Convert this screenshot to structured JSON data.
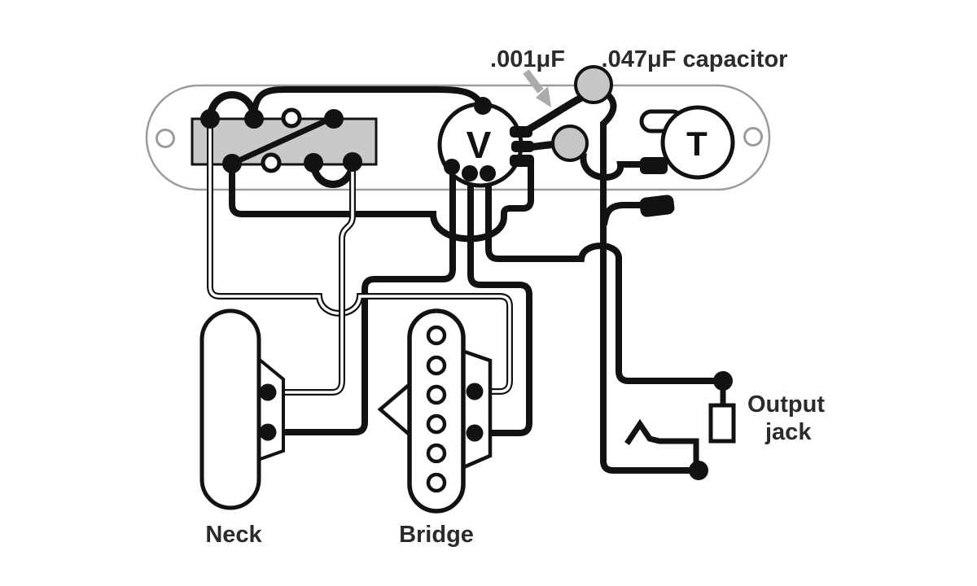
{
  "labels": {
    "cap_small": ".001μF",
    "cap_large": ".047μF capacitor",
    "volume": "V",
    "tone": "T",
    "neck": "Neck",
    "bridge": "Bridge",
    "output_line1": "Output",
    "output_line2": "jack"
  },
  "components": {
    "control_plate": "Telecaster control plate",
    "selector_switch": "3-way pickup selector switch",
    "volume_pot": "Volume potentiometer",
    "tone_pot": "Tone potentiometer",
    "cap_small": ".001μF capacitor",
    "cap_large": ".047μF capacitor",
    "neck_pickup": "Neck pickup",
    "bridge_pickup": "Bridge pickup",
    "output_jack": "Output jack"
  },
  "colors": {
    "wire_black": "#121212",
    "wire_white_core": "#ffffff",
    "plate_outline": "#9b9b9b",
    "switch_fill": "#c9c9c9",
    "cap_fill": "#c6c6c6",
    "arrow_gray": "#ababab",
    "text": "#2b2b2b",
    "background": "#ffffff"
  }
}
